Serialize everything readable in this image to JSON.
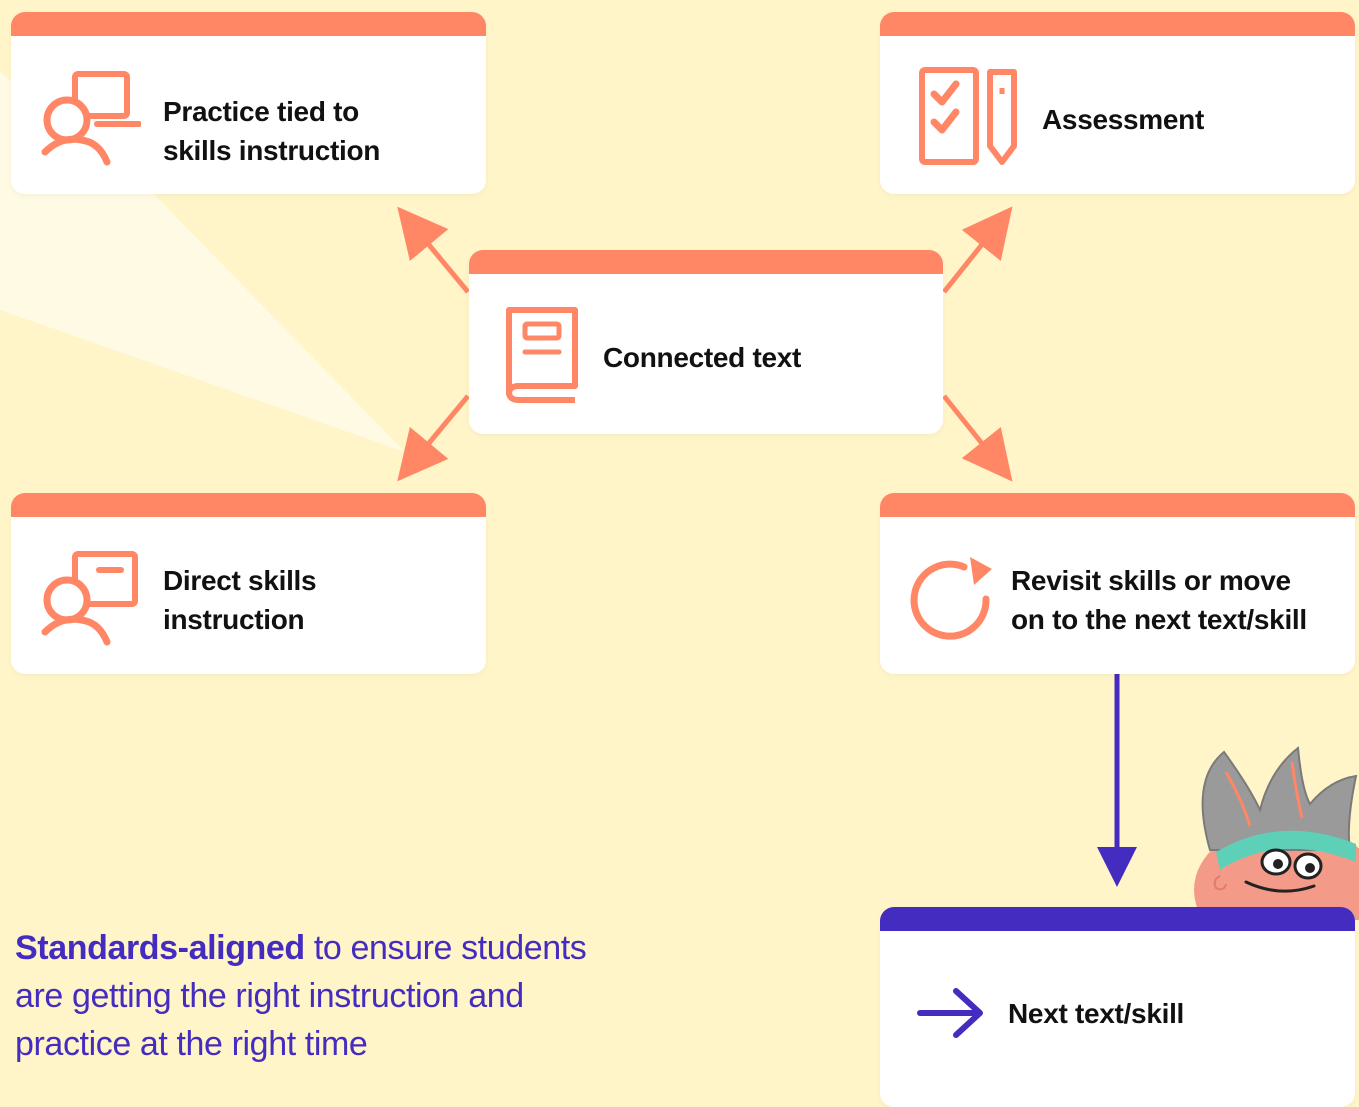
{
  "colors": {
    "background": "#fff5c9",
    "accent_orange": "#ff8766",
    "accent_purple": "#452cc0",
    "card": "#ffffff",
    "text": "#111111"
  },
  "cards": {
    "practice": {
      "line1": "Practice tied to",
      "line2": "skills instruction",
      "icon": "student-laptop-icon"
    },
    "assessment": {
      "label": "Assessment",
      "icon": "checklist-pencil-icon"
    },
    "connected": {
      "label": "Connected text",
      "icon": "book-icon"
    },
    "direct": {
      "line1": "Direct skills",
      "line2": "instruction",
      "icon": "teacher-board-icon"
    },
    "revisit": {
      "line1": "Revisit skills or move",
      "line2": "on to the next text/skill",
      "icon": "refresh-icon"
    },
    "next": {
      "label": "Next text/skill",
      "icon": "arrow-right-icon"
    }
  },
  "tagline": {
    "strong": "Standards-aligned",
    "rest_line1": " to ensure students",
    "line2": "are getting the right instruction and",
    "line3": "practice at the right time"
  },
  "mascot": {
    "icon": "mascot-character-icon"
  }
}
